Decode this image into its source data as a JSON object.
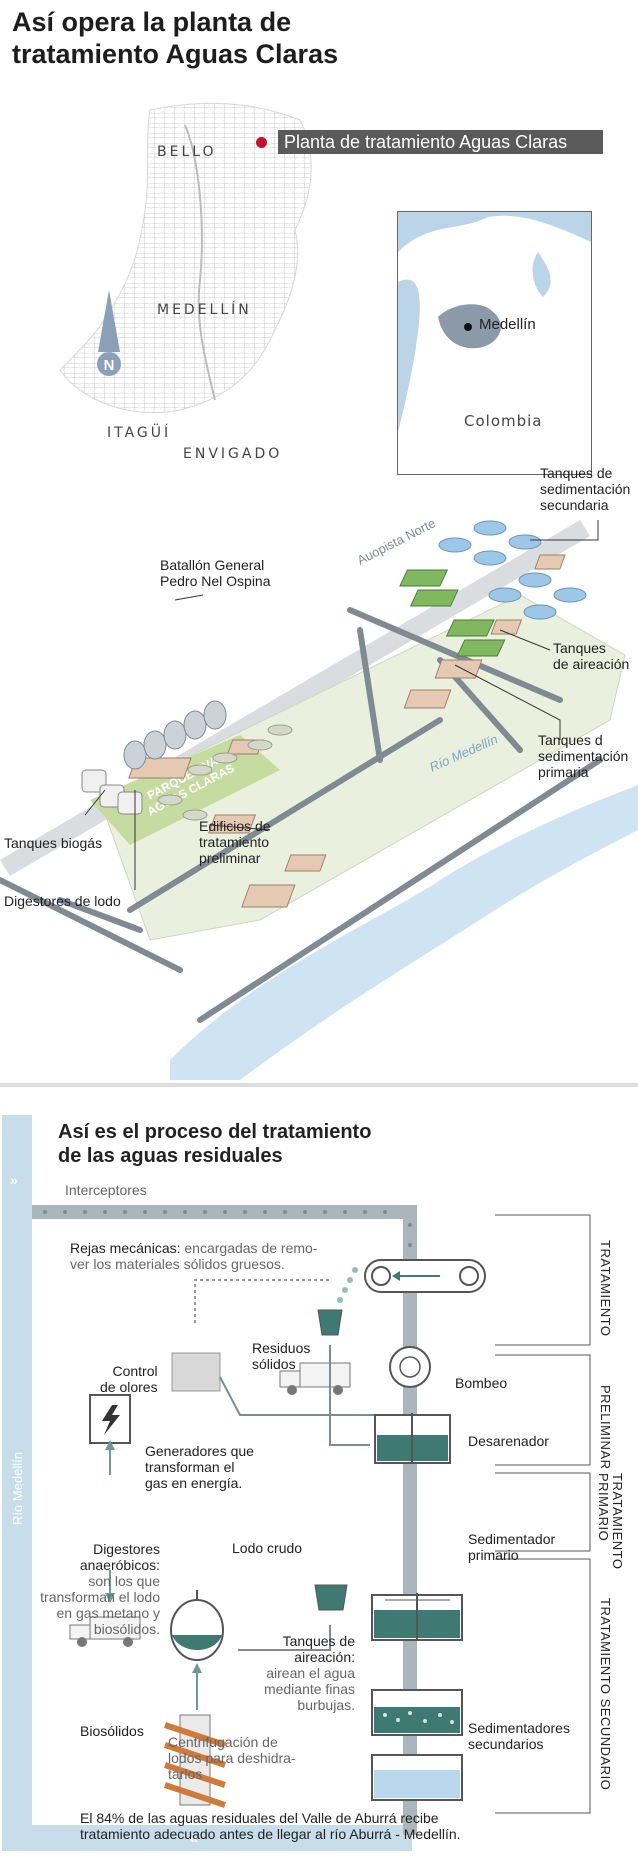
{
  "header": {
    "title_line1": "Así opera la planta de",
    "title_line2": "tratamiento Aguas Claras"
  },
  "map": {
    "cities": [
      "BELLO",
      "MEDELLÍN",
      "ITAGÜÍ",
      "ENVIGADO"
    ],
    "plant_label": "Planta de tratamiento Aguas Claras",
    "compass_letter": "N",
    "inset_city": "Medellín",
    "inset_country": "Colombia"
  },
  "plant": {
    "road_label": "Auopista Norte",
    "river_label": "Río Medellín",
    "park_label_line1": "PARQUE UVA",
    "park_label_line2": "AGUAS CLARAS",
    "labels": {
      "batallon": [
        "Batallón General",
        "Pedro Nel Ospina"
      ],
      "sed_secundaria": [
        "Tanques de",
        "sedimentación",
        "secundaria"
      ],
      "aireacion": [
        "Tanques",
        "de aireación"
      ],
      "sed_primaria": [
        "Tanques d",
        "sedimentación",
        "primaria"
      ],
      "biogas": "Tanques biogás",
      "edificios": [
        "Edificios de",
        "tratamiento",
        "preliminar"
      ],
      "digestores": "Digestores de lodo"
    }
  },
  "process": {
    "title_line1": "Así es el proceso del tratamiento",
    "title_line2": "de las aguas residuales",
    "river_label": "Río Medellín",
    "interceptores": "Interceptores",
    "rejas_bold": "Rejas mecánicas:",
    "rejas_rest_1": " encargadas de remo-",
    "rejas_rest_2": "ver los materiales sólidos gruesos.",
    "residuos": [
      "Residuos",
      "sólidos"
    ],
    "control_olores": [
      "Control",
      "de olores"
    ],
    "bombeo": "Bombeo",
    "desarenador": "Desarenador",
    "generadores": [
      "Generadores que",
      "transforman el",
      "gas en energía."
    ],
    "digestores_bold": [
      "Digestores",
      "anaeróbicos:"
    ],
    "digestores_rest": [
      "son los que",
      "transforman el lodo",
      "en gas metano y",
      "biosólidos."
    ],
    "lodo_crudo": "Lodo crudo",
    "sedimentador_primario": [
      "Sedimentador",
      "primario"
    ],
    "tanques_aireacion_bold": [
      "Tanques de",
      "aireación:"
    ],
    "tanques_aireacion_rest": [
      "airean el agua",
      "mediante finas",
      "burbujas."
    ],
    "sedimentadores_secundarios": [
      "Sedimentadores",
      "secundarios"
    ],
    "biosolidos": "Biosólidos",
    "centrifugacion": [
      "Centrifugación de",
      "lodos para deshidra-",
      "tarlos"
    ],
    "stages": [
      "TRATAMIENTO",
      "PRELIMINAR",
      "TRATAMIENTO PRIMARIO",
      "TRATAMIENTO SECUNDARIO"
    ],
    "footer_line1": "El 84% de las aguas residuales del Valle de Aburrá recibe",
    "footer_line2": "tratamiento adecuado antes de llegar al río Aburrá - Medellín."
  },
  "colors": {
    "plant_red": "#c8102e",
    "water_blue": "#b9d8ee",
    "teal": "#3f7a72",
    "park_green": "#e6efd6",
    "road_grey": "#7f8a93"
  }
}
